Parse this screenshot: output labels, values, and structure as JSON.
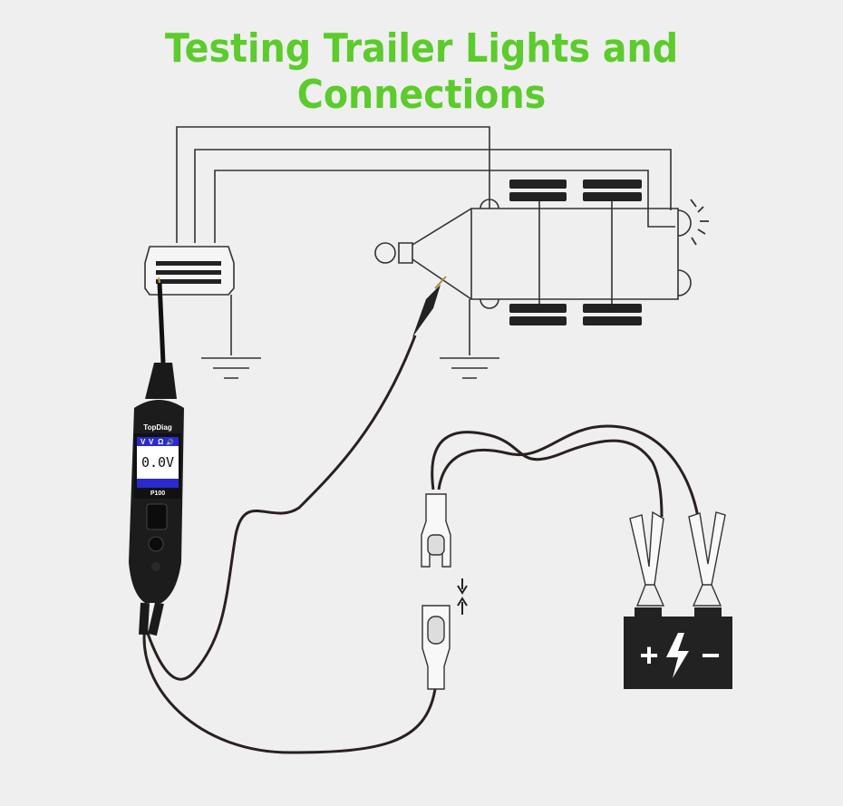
{
  "title": "Testing Trailer Lights and Connections",
  "device": {
    "brand": "TopDiag",
    "mode_icons": [
      "V",
      "V",
      "Ω",
      "🔊"
    ],
    "reading": "0.0V",
    "model": "P100"
  },
  "battery": {
    "plus": "+",
    "minus": "−"
  },
  "colors": {
    "title": "#5ccb2c",
    "screen_bar": "#2a2ad0",
    "background": "#efefef"
  }
}
